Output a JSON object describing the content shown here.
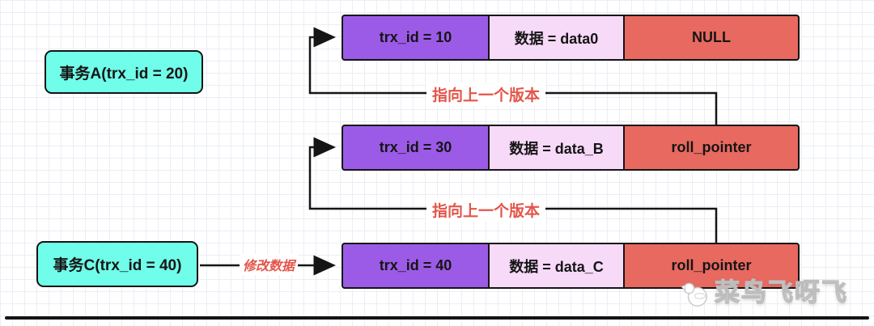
{
  "diagram": {
    "transactions": [
      {
        "label": "事务A(trx_id = 20)"
      },
      {
        "label": "事务C(trx_id = 40)"
      }
    ],
    "version_rows": [
      {
        "trx_id": "trx_id = 10",
        "data": "数据 = data0",
        "roll_pointer": "NULL"
      },
      {
        "trx_id": "trx_id = 30",
        "data": "数据 = data_B",
        "roll_pointer": "roll_pointer"
      },
      {
        "trx_id": "trx_id = 40",
        "data": "数据 = data_C",
        "roll_pointer": "roll_pointer"
      }
    ],
    "arrow_labels": {
      "to_prev_version_top": "指向上一个版本",
      "to_prev_version_bottom": "指向上一个版本",
      "modify_data": "修改数据"
    },
    "watermark": "菜鸟飞呀飞",
    "colors": {
      "trx_cell": "#9b5be6",
      "data_cell": "#f7d9f8",
      "roll_pointer_cell": "#e8695f",
      "transaction_box": "#70fde9",
      "arrow_label_text": "#e4554a",
      "line": "#151515"
    }
  }
}
